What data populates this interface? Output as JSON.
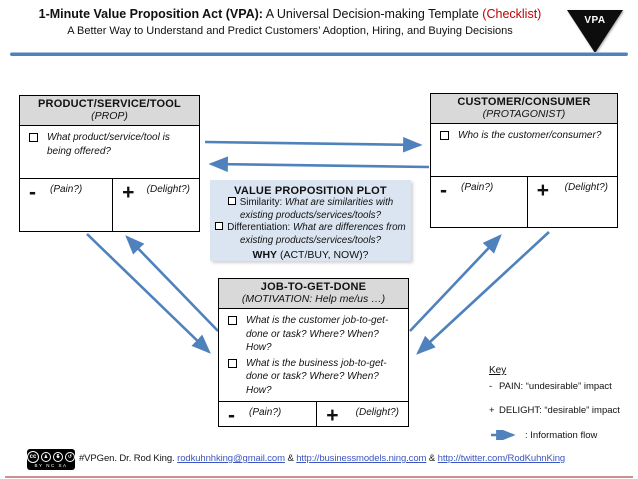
{
  "header": {
    "title_prefix": "1-Minute Value Proposition Act (VPA):",
    "title_main": " A Universal Decision-making Template ",
    "title_accent": "(Checklist)",
    "subtitle": "A Better Way to Understand and Predict Customers’ Adoption, Hiring, and Buying Decisions",
    "badge": "VPA"
  },
  "boxes": {
    "product": {
      "title": "PRODUCT/SERVICE/TOOL",
      "subtitle": "(PROP)",
      "questions": [
        "What product/service/tool is being offered?"
      ],
      "pain_sign": "-",
      "pain_label": "(Pain?)",
      "delight_sign": "+",
      "delight_label": "(Delight?)"
    },
    "customer": {
      "title": "CUSTOMER/CONSUMER",
      "subtitle": "(PROTAGONIST)",
      "questions": [
        "Who is the customer/consumer?"
      ],
      "pain_sign": "-",
      "pain_label": "(Pain?)",
      "delight_sign": "+",
      "delight_label": "(Delight?)"
    },
    "job": {
      "title": "JOB-TO-GET-DONE",
      "subtitle": "(MOTIVATION: Help me/us …)",
      "questions": [
        "What is the customer job-to-get-done or task? Where? When? How?",
        "What is the business job-to-get-done or task?  Where? When? How?"
      ],
      "pain_sign": "-",
      "pain_label": "(Pain?)",
      "delight_sign": "+",
      "delight_label": "(Delight?)"
    },
    "vpp": {
      "title": "VALUE PROPOSITION PLOT",
      "items": [
        {
          "label": "Similarity: ",
          "question": "What are similarities with existing products/services/tools?"
        },
        {
          "label": "Differentiation: ",
          "question": "What are differences from existing products/services/tools?"
        }
      ],
      "why_bold": "WHY",
      "why_rest": " (ACT/BUY, NOW)?"
    }
  },
  "key": {
    "title": "Key",
    "items": [
      {
        "sign": "-",
        "text": "PAIN: “undesirable” impact"
      },
      {
        "sign": "+",
        "text": "DELIGHT: “desirable” impact"
      }
    ],
    "flow_label": ": Information flow"
  },
  "footer": {
    "cc_icon": "cc",
    "cc_labels": "BY NC SA",
    "text": "#VPGen. Dr. Rod King. ",
    "amp": " & ",
    "links": [
      "rodkuhnhking@gmail.com",
      "http://businessmodels.ning.com",
      "http://twitter.com/RodKuhnKing"
    ]
  },
  "colors": {
    "accent_blue": "#4F81BD",
    "accent_red": "#C00000",
    "box_header_gray": "#D9D9D9",
    "vpp_fill": "#DBE5F1",
    "link_blue": "#3B55C4"
  }
}
